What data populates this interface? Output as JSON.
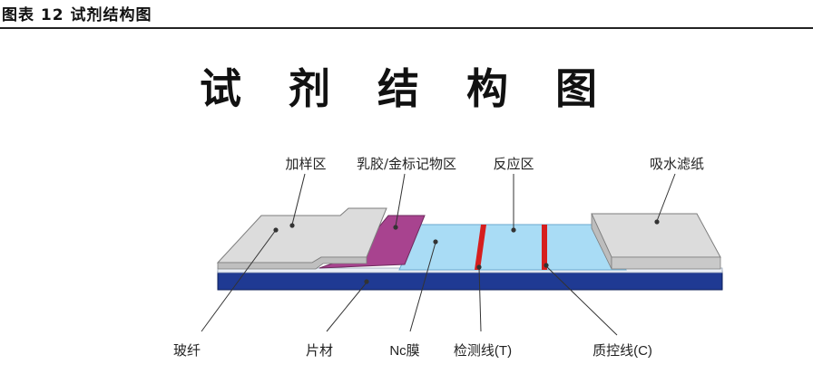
{
  "caption": "图表 12 试剂结构图",
  "title": "试 剂 结 构 图",
  "labels": {
    "sample_pad": "加样区",
    "conjugate_pad": "乳胶/金标记物区",
    "reaction_zone": "反应区",
    "absorbent_pad": "吸水滤纸",
    "glass_fiber": "玻纤",
    "backing_card": "片材",
    "nc_membrane": "Nc膜",
    "test_line": "检测线(T)",
    "control_line": "质控线(C)"
  },
  "colors": {
    "pad_gray": "#d9d9d9",
    "conjugate_magenta": "#a8438f",
    "membrane_blue": "#a9dcf5",
    "backing_navy": "#1f3a93",
    "line_red": "#d61e1e"
  }
}
